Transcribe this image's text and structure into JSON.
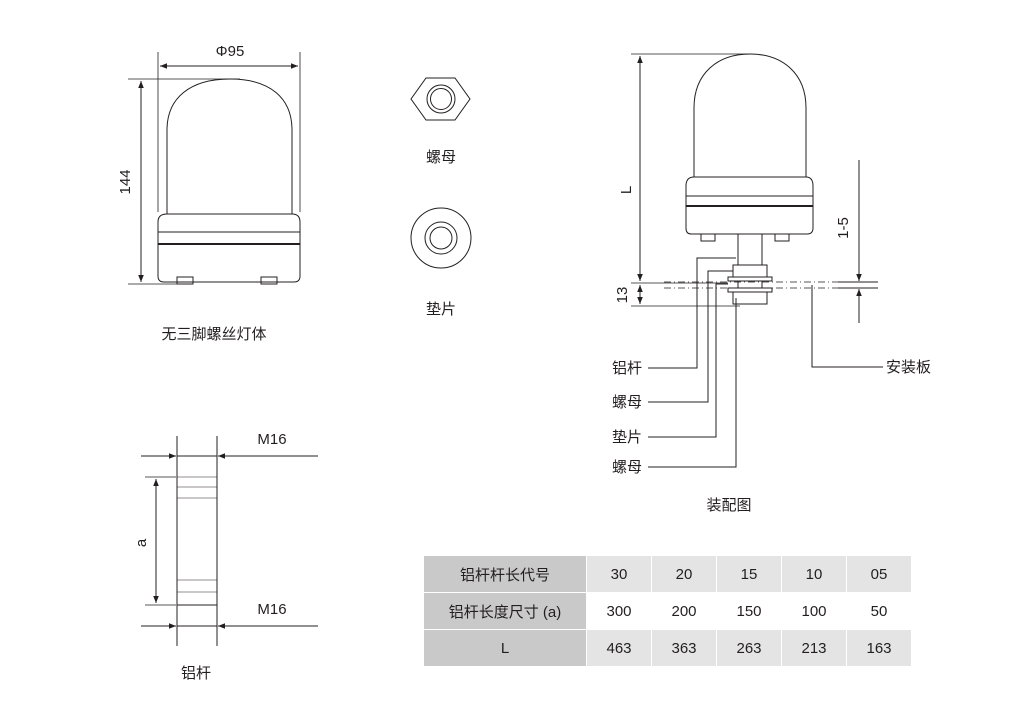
{
  "diagrams": {
    "lamp_body": {
      "dim_width": "Φ95",
      "dim_height": "144",
      "caption": "无三脚螺丝灯体"
    },
    "nut": {
      "caption": "螺母"
    },
    "washer": {
      "caption": "垫片"
    },
    "rod": {
      "thread_top": "M16",
      "thread_bottom": "M16",
      "dim_length": "a",
      "caption": "铝杆"
    },
    "assembly": {
      "dim_L": "L",
      "dim_13": "13",
      "dim_plate": "1-5",
      "callout_rod": "铝杆",
      "callout_nut1": "螺母",
      "callout_washer": "垫片",
      "callout_nut2": "螺母",
      "callout_plate": "安装板",
      "caption": "装配图"
    }
  },
  "spec_table": {
    "rows": [
      {
        "header": "铝杆杆长代号",
        "values": [
          "30",
          "20",
          "15",
          "10",
          "05"
        ]
      },
      {
        "header": "铝杆长度尺寸 (a)",
        "values": [
          "300",
          "200",
          "150",
          "100",
          "50"
        ]
      },
      {
        "header": "L",
        "values": [
          "463",
          "363",
          "263",
          "213",
          "163"
        ]
      }
    ]
  }
}
